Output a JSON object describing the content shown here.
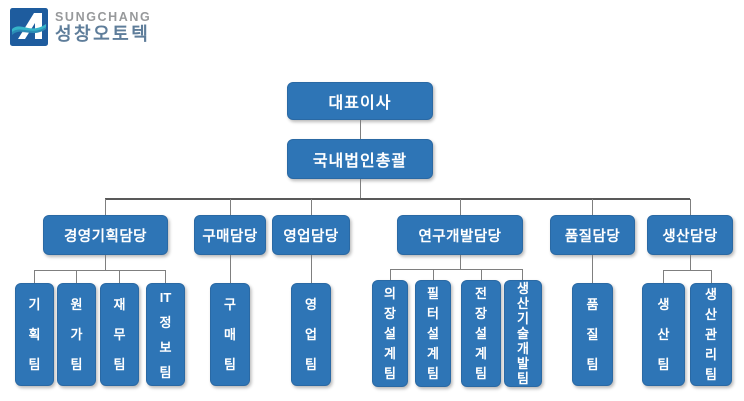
{
  "logo": {
    "brand_en": "SUNGCHANG",
    "brand_ko": "성창오토텍",
    "mark_icon": "sungchang-wave-A-mark"
  },
  "colors": {
    "box_fill": "#2e75b6",
    "box_text": "#ffffff",
    "connector": "#7f7f7f",
    "logo_square": "#1e5c9e",
    "logo_wave": "#35b4c9",
    "brand_en_color": "#97999b",
    "brand_ko_color": "#5e7d9a"
  },
  "chart": {
    "type": "org-chart",
    "root": {
      "label": "대표이사"
    },
    "hq": {
      "label": "국내법인총괄"
    },
    "divisions": [
      {
        "label": "경영기획담당",
        "teams": [
          "기획팀",
          "원가팀",
          "재무팀",
          "IT정보팀"
        ]
      },
      {
        "label": "구매담당",
        "teams": [
          "구매팀"
        ]
      },
      {
        "label": "영업담당",
        "teams": [
          "영업팀"
        ]
      },
      {
        "label": "연구개발담당",
        "teams": [
          "의장설계팀",
          "필터설계팀",
          "전장설계팀",
          "생산기술개발팀"
        ]
      },
      {
        "label": "품질담당",
        "teams": [
          "품질팀"
        ]
      },
      {
        "label": "생산담당",
        "teams": [
          "생산팀",
          "생산관리팀"
        ]
      }
    ]
  }
}
